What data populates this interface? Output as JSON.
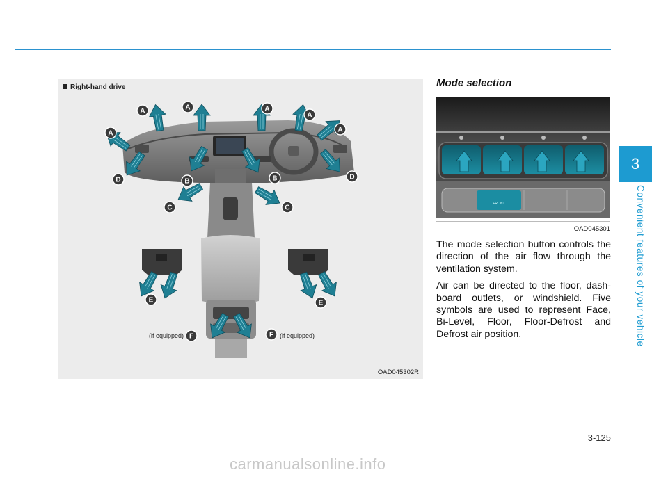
{
  "chapter": {
    "number": "3",
    "title": "Convenient features of your vehicle"
  },
  "figure_left": {
    "heading": "Right-hand drive",
    "code": "OAD045302R",
    "note_left": "(if equipped)",
    "note_right": "(if equipped)",
    "labels": [
      "A",
      "B",
      "C",
      "D",
      "E",
      "F"
    ]
  },
  "section": {
    "title": "Mode selection",
    "photo_code": "OAD045301",
    "paragraphs": [
      "The mode selection button controls the direction of the air flow through the ventilation system.",
      "Air can be directed to the floor, dash-board outlets, or windshield. Five symbols are used to represent Face, Bi-Level, Floor, Floor-Defrost and Defrost air position."
    ],
    "photo_button_label": "FRONT"
  },
  "page_number": "3-125",
  "watermark": "carmanualsonline.info",
  "colors": {
    "accent": "#1d9bd1",
    "arrow": "#1f7f93",
    "label_bg": "#3a3a3a"
  }
}
